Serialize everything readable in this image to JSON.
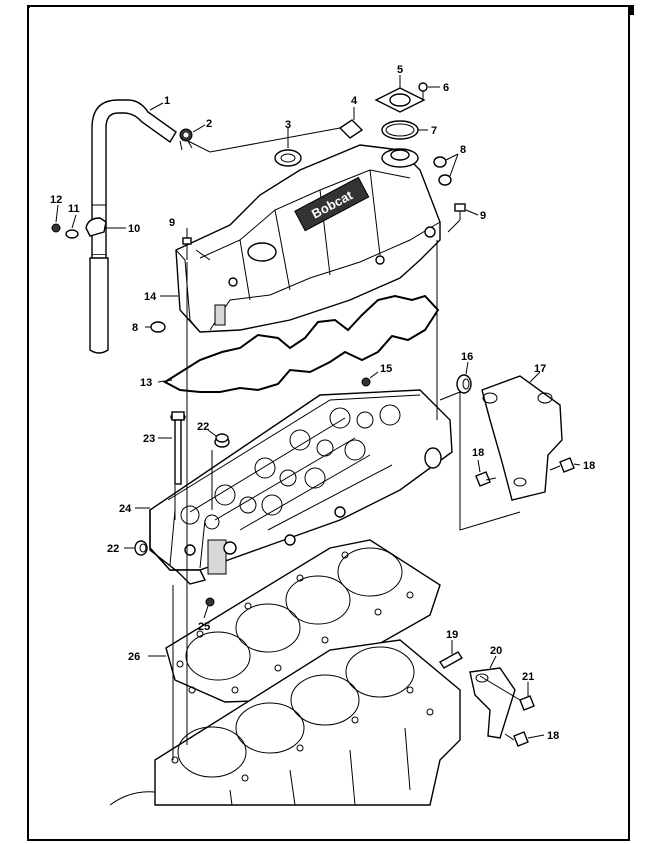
{
  "diagram": {
    "brand_text": "Bobcat",
    "callouts": [
      {
        "key": "c1",
        "label": "1"
      },
      {
        "key": "c2",
        "label": "2"
      },
      {
        "key": "c3",
        "label": "3"
      },
      {
        "key": "c4",
        "label": "4"
      },
      {
        "key": "c5",
        "label": "5"
      },
      {
        "key": "c6",
        "label": "6"
      },
      {
        "key": "c7",
        "label": "7"
      },
      {
        "key": "c8a",
        "label": "8"
      },
      {
        "key": "c8b",
        "label": "8"
      },
      {
        "key": "c9a",
        "label": "9"
      },
      {
        "key": "c9b",
        "label": "9"
      },
      {
        "key": "c10",
        "label": "10"
      },
      {
        "key": "c11",
        "label": "11"
      },
      {
        "key": "c12",
        "label": "12"
      },
      {
        "key": "c13",
        "label": "13"
      },
      {
        "key": "c14",
        "label": "14"
      },
      {
        "key": "c15",
        "label": "15"
      },
      {
        "key": "c16",
        "label": "16"
      },
      {
        "key": "c17",
        "label": "17"
      },
      {
        "key": "c18a",
        "label": "18"
      },
      {
        "key": "c18b",
        "label": "18"
      },
      {
        "key": "c18c",
        "label": "18"
      },
      {
        "key": "c19",
        "label": "19"
      },
      {
        "key": "c20",
        "label": "20"
      },
      {
        "key": "c21",
        "label": "21"
      },
      {
        "key": "c22a",
        "label": "22"
      },
      {
        "key": "c22b",
        "label": "22"
      },
      {
        "key": "c23",
        "label": "23"
      },
      {
        "key": "c24",
        "label": "24"
      },
      {
        "key": "c25",
        "label": "25"
      },
      {
        "key": "c26",
        "label": "26"
      }
    ]
  }
}
